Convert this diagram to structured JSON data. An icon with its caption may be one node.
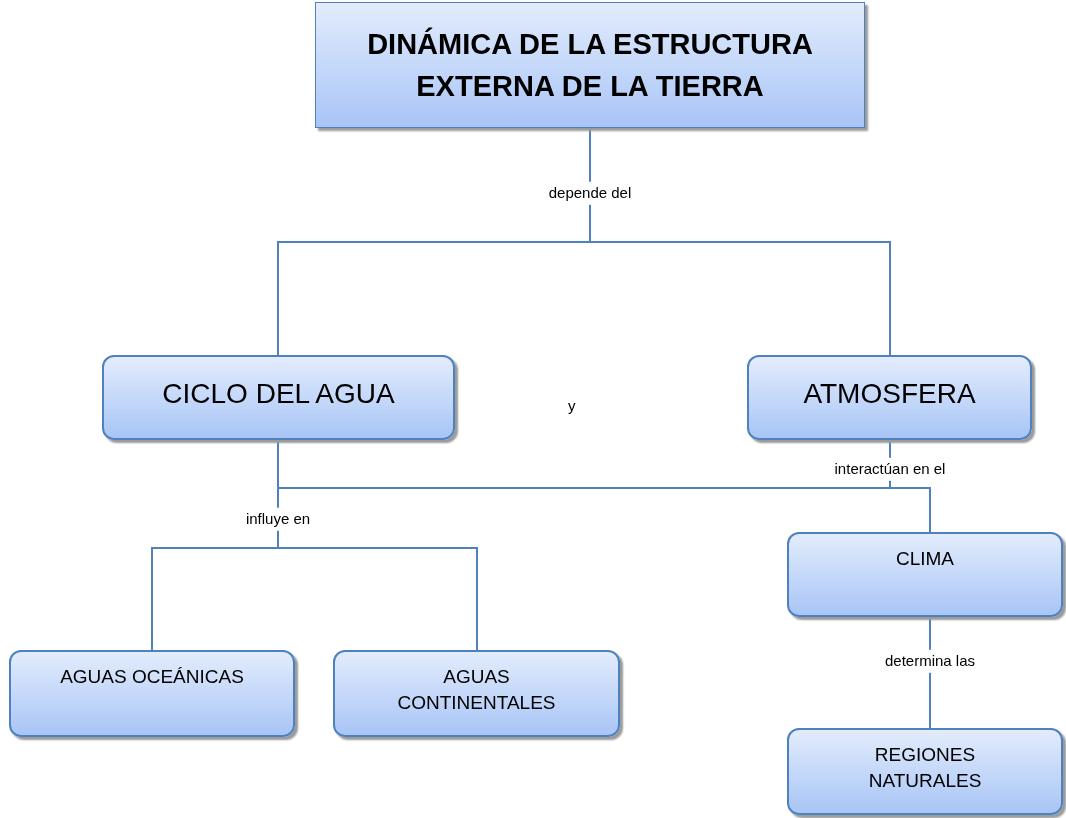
{
  "diagram": {
    "nodes": [
      {
        "text": [
          "DINÁMICA DE LA ESTRUCTURA EXTERNA DE LA TIERRA"
        ]
      },
      {
        "text": [
          "CICLO DEL AGUA"
        ]
      },
      {
        "text": [
          "ATMOSFERA"
        ]
      },
      {
        "text": [
          "CLIMA"
        ]
      },
      {
        "text": [
          "AGUAS OCEÁNICAS"
        ]
      },
      {
        "text": [
          "AGUAS CONTINENTALES"
        ]
      },
      {
        "text": [
          "REGIONES NATURALES"
        ]
      }
    ],
    "edges": [
      {
        "from": 0,
        "to": 1,
        "arrow": "none",
        "label": "depende del"
      },
      {
        "from": 0,
        "to": 2,
        "arrow": "none"
      },
      {
        "from": 1,
        "to": 4,
        "arrow": "none",
        "label": "influye en"
      },
      {
        "from": 1,
        "to": 5,
        "arrow": "none"
      },
      {
        "from": 1,
        "to": 3,
        "arrow": "none"
      },
      {
        "from": 2,
        "to": 3,
        "arrow": "none",
        "label": "interactúan en el"
      },
      {
        "from": 3,
        "to": 6,
        "arrow": "none",
        "label": "determina las"
      }
    ],
    "labels": [
      "y"
    ]
  }
}
